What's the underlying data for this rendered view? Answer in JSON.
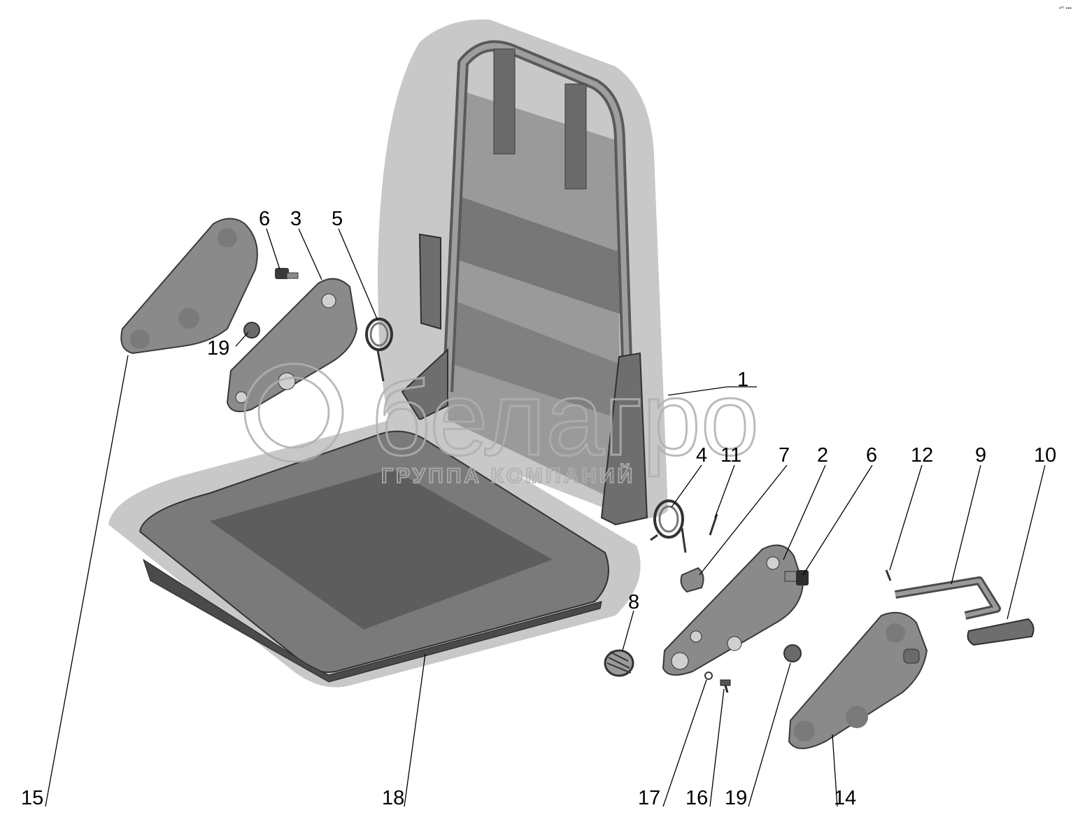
{
  "corner_mark": "•ᵐ ▪▪▪",
  "watermark": {
    "brand": "белагро",
    "subtitle": "ГРУППА КОМПАНИЙ"
  },
  "callouts": [
    {
      "id": "c1",
      "label": "1"
    },
    {
      "id": "c2",
      "label": "2"
    },
    {
      "id": "c3",
      "label": "3"
    },
    {
      "id": "c4",
      "label": "4"
    },
    {
      "id": "c5",
      "label": "5"
    },
    {
      "id": "c6a",
      "label": "6"
    },
    {
      "id": "c6b",
      "label": "6"
    },
    {
      "id": "c7",
      "label": "7"
    },
    {
      "id": "c8",
      "label": "8"
    },
    {
      "id": "c9",
      "label": "9"
    },
    {
      "id": "c10",
      "label": "10"
    },
    {
      "id": "c11",
      "label": "11"
    },
    {
      "id": "c12",
      "label": "12"
    },
    {
      "id": "c14",
      "label": "14"
    },
    {
      "id": "c15",
      "label": "15"
    },
    {
      "id": "c16",
      "label": "16"
    },
    {
      "id": "c17",
      "label": "17"
    },
    {
      "id": "c18",
      "label": "18"
    },
    {
      "id": "c19a",
      "label": "19"
    },
    {
      "id": "c19b",
      "label": "19"
    }
  ]
}
